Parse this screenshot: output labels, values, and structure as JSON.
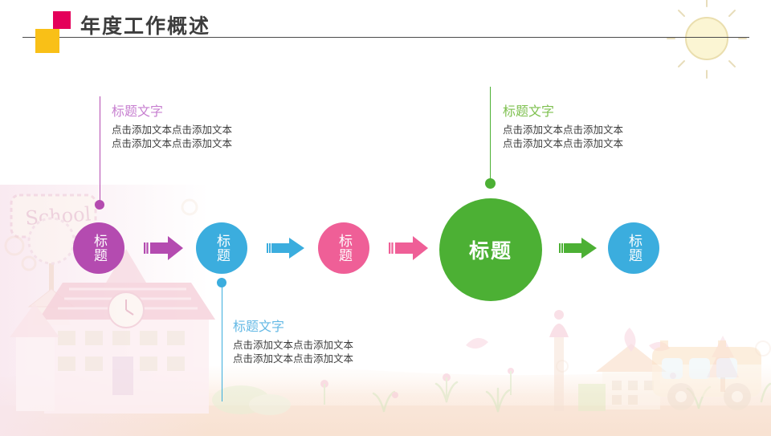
{
  "header": {
    "title": "年度工作概述",
    "square_pink_color": "#e4005a",
    "square_yellow_color": "#f9c017",
    "rule_color": "#4a4a4a"
  },
  "colors": {
    "purple": "#b44bb0",
    "blue": "#3badde",
    "pink": "#ef5f97",
    "green": "#4cb034",
    "body_text": "#3c3c3c"
  },
  "flow": {
    "nodes": [
      {
        "id": "node-1",
        "label": "标题",
        "color": "#b44bb0",
        "size": "small"
      },
      {
        "id": "node-2",
        "label": "标题",
        "color": "#3badde",
        "size": "small"
      },
      {
        "id": "node-3",
        "label": "标题",
        "color": "#ef5f97",
        "size": "small"
      },
      {
        "id": "node-4",
        "label": "标题",
        "color": "#4cb034",
        "size": "large"
      },
      {
        "id": "node-5",
        "label": "标题",
        "color": "#3badde",
        "size": "small"
      }
    ],
    "arrows": [
      {
        "id": "arrow-1",
        "color": "#b44bb0"
      },
      {
        "id": "arrow-2",
        "color": "#3badde"
      },
      {
        "id": "arrow-3",
        "color": "#ef5f97"
      },
      {
        "id": "arrow-4",
        "color": "#4cb034"
      }
    ]
  },
  "callouts": [
    {
      "id": "callout-purple",
      "title": "标题文字",
      "title_color": "#c77fd0",
      "line1": "点击添加文本点击添加文本",
      "line2": "点击添加文本点击添加文本",
      "connector_color": "#b44bb0"
    },
    {
      "id": "callout-green",
      "title": "标题文字",
      "title_color": "#7ec04f",
      "line1": "点击添加文本点击添加文本",
      "line2": "点击添加文本点击添加文本",
      "connector_color": "#4cb034"
    },
    {
      "id": "callout-blue",
      "title": "标题文字",
      "title_color": "#64b9e5",
      "line1": "点击添加文本点击添加文本",
      "line2": "点击添加文本点击添加文本",
      "connector_color": "#3badde"
    }
  ],
  "decorations": {
    "school_sign_text": "School",
    "sun": "sun-icon",
    "school_building": "school-building-illustration",
    "school_bus": "school-bus-illustration",
    "village": "village-illustration"
  }
}
